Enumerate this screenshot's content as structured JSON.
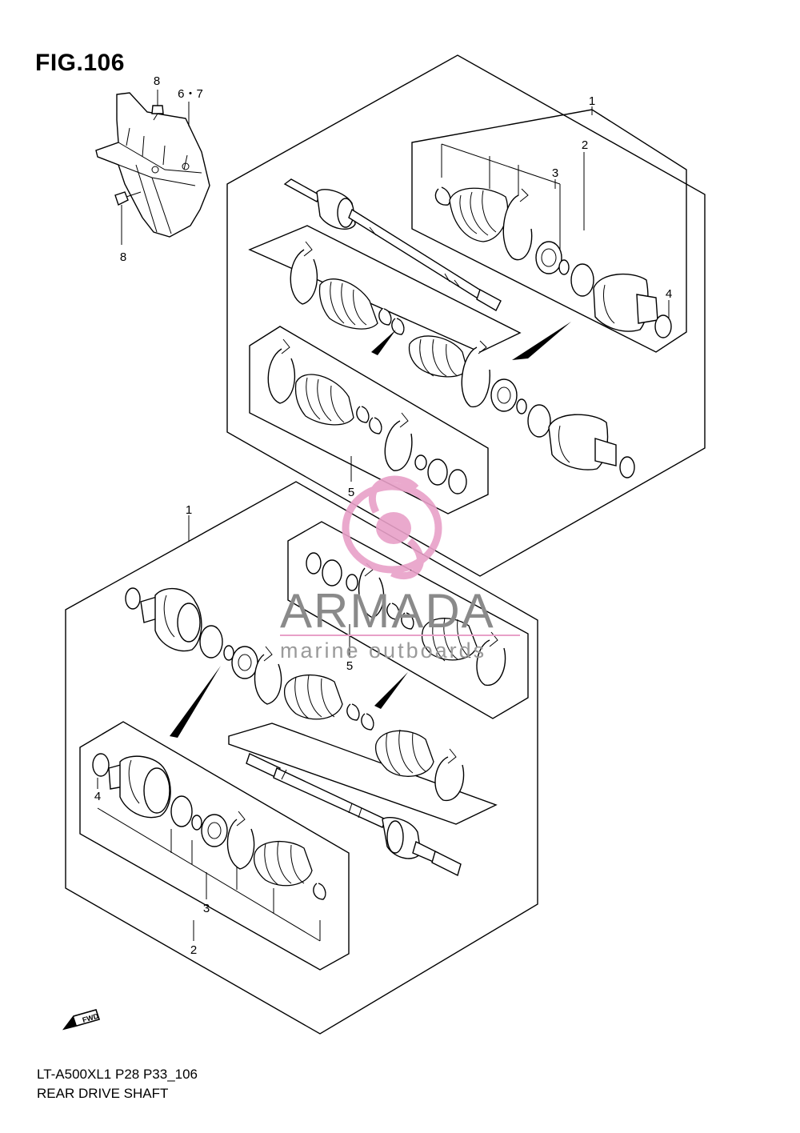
{
  "figure": {
    "title": "FIG.106",
    "model_code": "LT-A500XL1 P28 P33_106",
    "part_name": "REAR DRIVE SHAFT"
  },
  "callouts": {
    "bracket_bolt_top": "8",
    "bracket_bolt_bottom": "8",
    "bracket": "6・7",
    "upper_assembly": "1",
    "upper_joint_set": "2",
    "upper_boot_kit": "3",
    "upper_ring": "4",
    "upper_boot_set": "5",
    "lower_assembly": "1",
    "lower_joint_set": "2",
    "lower_boot_kit": "3",
    "lower_ring": "4",
    "lower_boot_set": "5"
  },
  "fwd_label": "FWD",
  "watermark": {
    "brand": "ARMADA",
    "tagline": "marine outboards",
    "color": "#e8a0c8"
  }
}
